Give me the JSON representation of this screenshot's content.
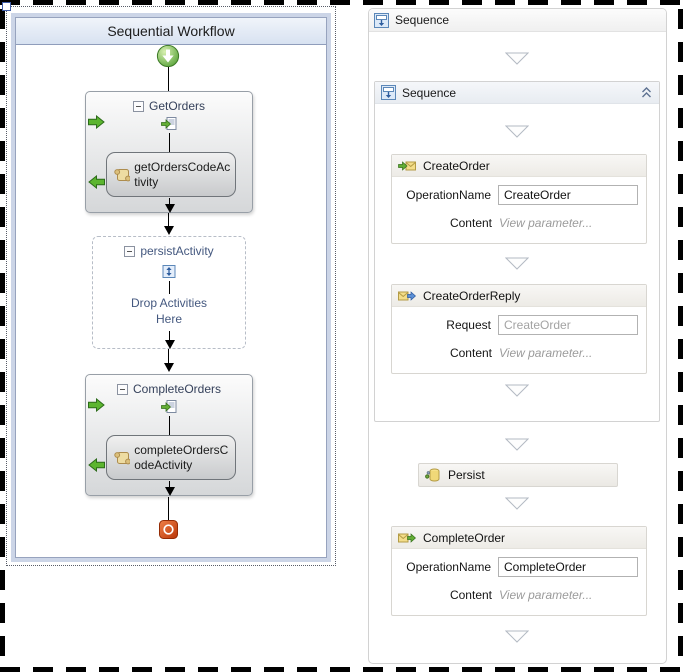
{
  "colors": {
    "frame_blue": "#ccd5e7",
    "workflow_blue_text": "#44587f",
    "green_arrow": "#5cb52f",
    "start_icon_green": "#58a339",
    "end_icon_red": "#b93607",
    "link_gray": "#9b9b9b",
    "panel_border_gray": "#d2d2d2"
  },
  "left_panel": {
    "title": "Sequential Workflow",
    "get_orders": {
      "label": "GetOrders",
      "child_label": "getOrdersCodeActivity"
    },
    "persist_activity": {
      "label": "persistActivity",
      "drop_hint": "Drop Activities Here"
    },
    "complete_orders": {
      "label": "CompleteOrders",
      "child_label": "completeOrdersCodeActivity"
    }
  },
  "right_panel": {
    "outer_sequence_label": "Sequence",
    "inner_sequence_label": "Sequence",
    "create_order": {
      "title": "CreateOrder",
      "row1_label": "OperationName",
      "row1_value": "CreateOrder",
      "row2_label": "Content",
      "row2_value": "View parameter..."
    },
    "create_order_reply": {
      "title": "CreateOrderReply",
      "row1_label": "Request",
      "row1_value": "CreateOrder",
      "row2_label": "Content",
      "row2_value": "View parameter..."
    },
    "persist": {
      "title": "Persist"
    },
    "complete_order": {
      "title": "CompleteOrder",
      "row1_label": "OperationName",
      "row1_value": "CompleteOrder",
      "row2_label": "Content",
      "row2_value": "View parameter..."
    }
  }
}
